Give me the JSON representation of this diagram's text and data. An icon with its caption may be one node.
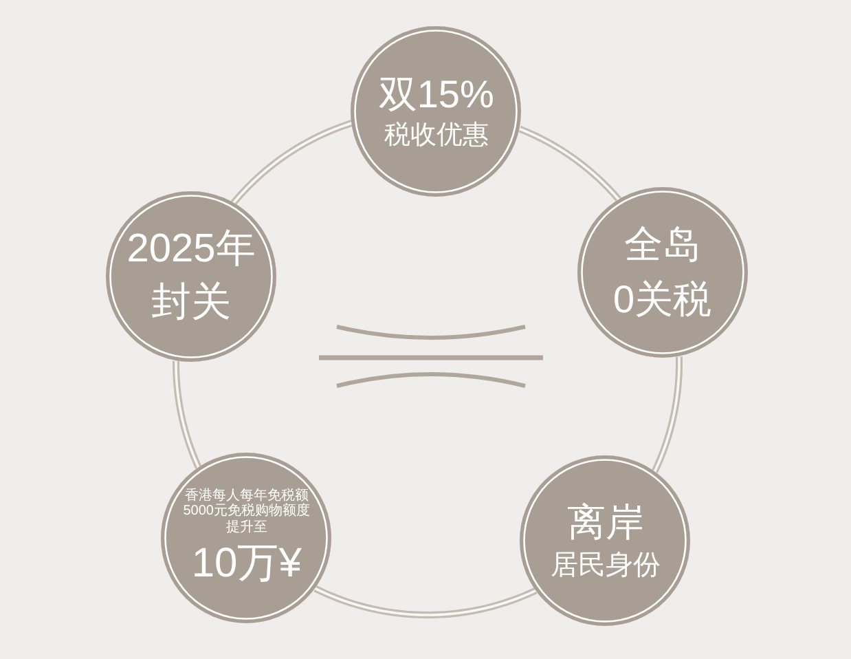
{
  "diagram": {
    "nodes": [
      {
        "text": [
          "双15%",
          "税收优惠"
        ]
      },
      {
        "text": [
          "2025年",
          "封关"
        ]
      },
      {
        "text": [
          "全岛",
          "0关税"
        ]
      },
      {
        "text": [
          "香港每人每年免税额5000元免税购物额度提升至",
          "10万¥"
        ]
      },
      {
        "text": [
          "离岸",
          "居民身份"
        ]
      }
    ],
    "edges": [
      {
        "from": 0,
        "to": 2,
        "arrow": "none"
      },
      {
        "from": 2,
        "to": 4,
        "arrow": "none"
      },
      {
        "from": 4,
        "to": 3,
        "arrow": "none"
      },
      {
        "from": 3,
        "to": 1,
        "arrow": "none"
      },
      {
        "from": 1,
        "to": 0,
        "arrow": "none"
      }
    ]
  }
}
